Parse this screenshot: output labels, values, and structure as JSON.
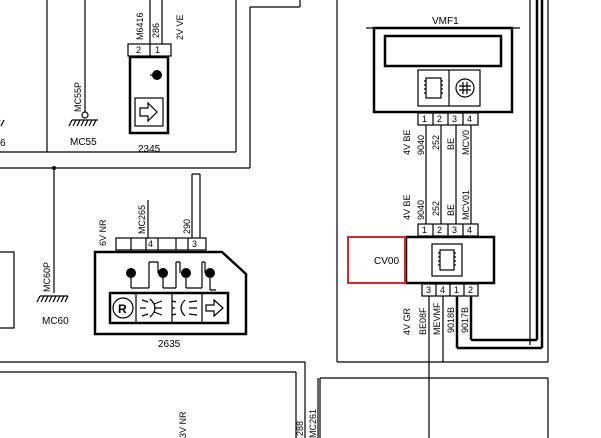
{
  "components": {
    "c2345": {
      "id": "2345",
      "pins": [
        "2",
        "1"
      ]
    },
    "c2635": {
      "id": "2635",
      "pins": [
        "4",
        "3"
      ]
    },
    "vmf1": {
      "title": "VMF1",
      "pins": [
        "1",
        "2",
        "3",
        "4"
      ]
    },
    "cv00": {
      "id": "CV00",
      "pins_top": [
        "1",
        "2",
        "3",
        "4"
      ],
      "pins_bottom": [
        "3",
        "4",
        "1",
        "2"
      ]
    }
  },
  "connectors": {
    "upper": {
      "id": "4V BE",
      "wires": [
        "9040",
        "252",
        "BE",
        "MCV0"
      ]
    },
    "lower": {
      "id": "4V BE",
      "wires": [
        "9040",
        "252",
        "BE",
        "MCV01"
      ]
    },
    "bottom": {
      "id": "4V GR",
      "wires": [
        "BE08F",
        "MEVMF",
        "9018B",
        "9017B"
      ]
    },
    "c6vnr": {
      "id": "6V NR"
    },
    "c2vve": {
      "id": "2V VE"
    },
    "c3vnr": {
      "id": "3V NR"
    }
  },
  "wires": {
    "m6416": "M6416",
    "w286": "286",
    "mc265": "MC265",
    "w290": "290",
    "w288": "288",
    "mc261": "MC261"
  },
  "grounds": {
    "mc55p": "MC55P",
    "mc55": "MC55",
    "mc60p": "MC60P",
    "mc60": "MC60"
  },
  "edge_labels": {
    "left6": "6"
  },
  "highlight_color": "#d9262b"
}
